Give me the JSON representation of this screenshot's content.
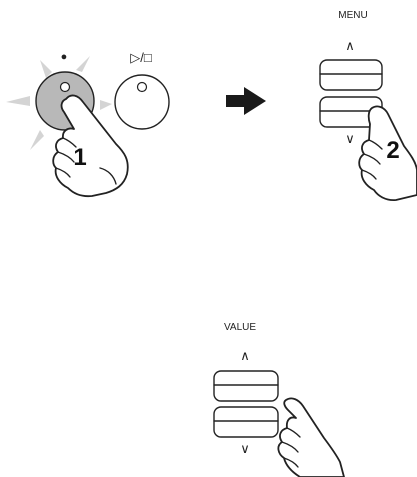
{
  "step1": {
    "record_symbol": "●",
    "play_stop_symbol": "▷/□",
    "step_number": "1"
  },
  "step2": {
    "menu_label": "MENU",
    "up_symbol": "∧",
    "down_symbol": "∨",
    "step_number": "2"
  },
  "step3": {
    "value_label": "VALUE",
    "up_symbol": "∧",
    "down_symbol": "∨"
  },
  "colors": {
    "pressed_button": "#b8b8b8",
    "glow": "#d4d4d4",
    "arrow": "#1a1a1a"
  }
}
